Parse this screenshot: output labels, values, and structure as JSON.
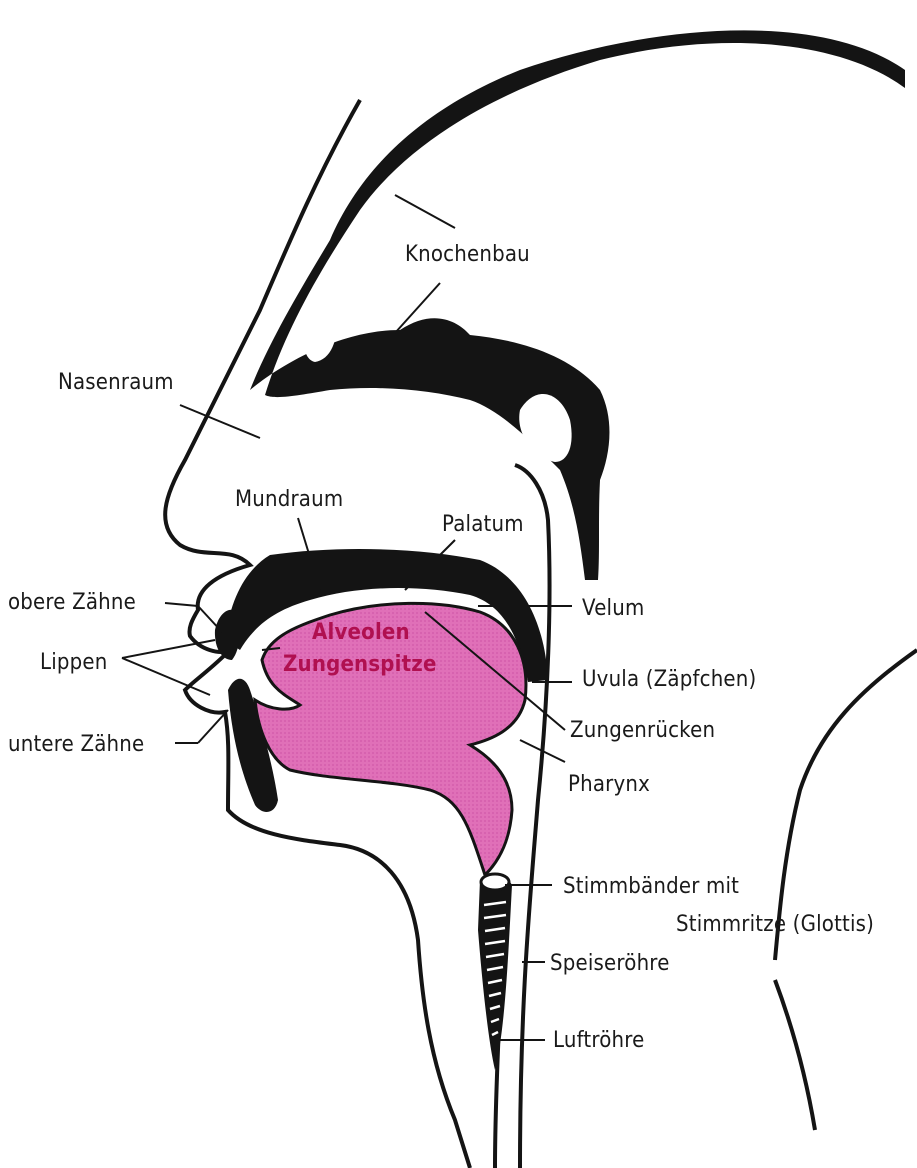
{
  "labels": {
    "knochenbau": "Knochenbau",
    "nasenraum": "Nasenraum",
    "mundraum": "Mundraum",
    "palatum": "Palatum",
    "obere_zaehne": "obere Zähne",
    "velum": "Velum",
    "alveolen": "Alveolen",
    "zungenspitze": "Zungenspitze",
    "lippen": "Lippen",
    "uvula": "Uvula (Zäpfchen)",
    "untere_zaehne": "untere Zähne",
    "zungenruecken": "Zungenrücken",
    "pharynx": "Pharynx",
    "stimmbaender": "Stimmbänder mit",
    "stimmritze": "Stimmritze (Glottis)",
    "speiseroehre": "Speiseröhre",
    "luftroehre": "Luftröhre"
  },
  "colors": {
    "outline": "#141414",
    "tongue": "#e070b8",
    "accent_text": "#b01050",
    "background": "#ffffff"
  }
}
